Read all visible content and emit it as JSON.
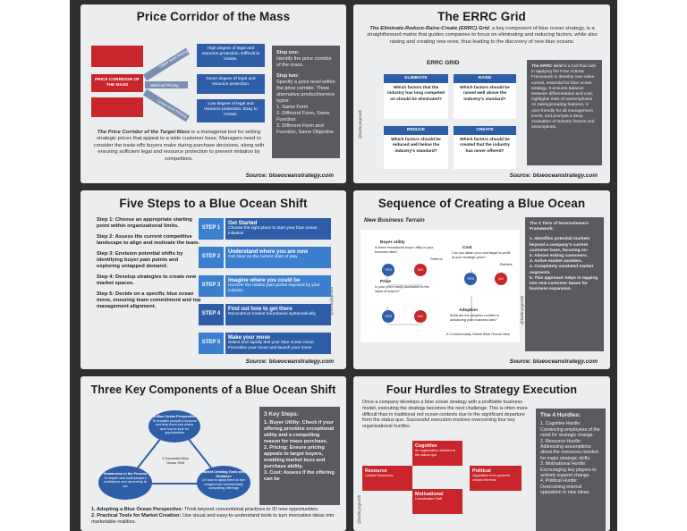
{
  "colors": {
    "frame": "#2e2f31",
    "card": "#ecedee",
    "dark_panel": "#5a5b5e",
    "step_blue": "#2f5ea9",
    "step_light_blue": "#3c7fcf",
    "accent_red": "#c8262b"
  },
  "source_prefix": "Source: ",
  "source_site": "blueoceanstrategy.com",
  "handle": "@kathryngreath",
  "card1": {
    "title": "Price Corridor of the Mass",
    "left_box_label": "PRICE CORRIDOR OF THE MASS",
    "tiers": [
      {
        "arrow": "Upper-level Pricing",
        "text": "High degree of legal and resource protection. Difficult to imitate."
      },
      {
        "arrow": "Mid-level Pricing",
        "text": "Some degree of legal and resource protection."
      },
      {
        "arrow": "Lower-level Pricing",
        "text": "Low degree of legal and resource protection. Easy to imitate."
      }
    ],
    "caption_lead": "The Price Corridor of the Target Mass",
    "caption_rest": " is a managerial tool for setting strategic prices that appeal to a wide customer base. Managers need to consider the trade-offs buyers make during purchase decisions, along with ensuring sufficient legal and resource protection to prevent imitation by competitors.",
    "panel": {
      "step1_title": "Step one:",
      "step1_text": "Identify the price corridor of the mass.",
      "step2_title": "Step two:",
      "step2_text": "Specify a price level within the price corridor. Three alternative product/service types:",
      "items": [
        "1. Same Form",
        "2. Different Form, Same Function",
        "3. Different Form and Function, Same Objective"
      ]
    }
  },
  "card2": {
    "title": "The ERRC Grid",
    "intro_lead": "The Eliminate-Reduce-Raise-Create (ERRC) Grid",
    "intro_rest": ", a key component of blue ocean strategy, is a straightforward matrix that guides companies to focus on eliminating and reducing factors, while also raising and creating new ones, thus leading to the discovery of new blue oceans.",
    "grid_title": "ERRC GRID",
    "cells": [
      {
        "head": "ELIMINATE",
        "text": "Which factors that the industry has long competed on should be eliminated?"
      },
      {
        "head": "RAISE",
        "text": "Which factors should be raised well above the industry's standard?"
      },
      {
        "head": "REDUCE",
        "text": "Which factors should be reduced well below the industry's standard?"
      },
      {
        "head": "CREATE",
        "text": "Which factors should be created that the industry has never offered?"
      }
    ],
    "panel_lead": "The ERRC Grid",
    "panel_rest": " is a tool that aids in applying the Four Actions Framework to develop new value curves, essential for blue ocean strategy. It ensures balance between differentiation and cost, highlights risks of overemphasis on raising/creating features, is user-friendly for all management levels, and prompts a deep evaluation of industry factors and assumptions."
  },
  "card3": {
    "title": "Five Steps to a Blue Ocean Shift",
    "left_steps": [
      {
        "bold": "Step 1: Choose an appropriate starting point within organizational limits."
      },
      {
        "bold": "Step 2: Assess the current competitive landscape to align and motivate the team."
      },
      {
        "bold": "Step 3: Envision potential shifts by identifying buyer pain points and exploring untapped demand."
      },
      {
        "bold": "Step 4: Develop strategies to create new market spaces."
      },
      {
        "bold": "Step 5: Decide on a specific blue ocean move, ensuring team commitment and top management alignment."
      }
    ],
    "steps": [
      {
        "label": "STEP 1",
        "head": "Get Started",
        "text": "Choose the right place to start your blue ocean initiative"
      },
      {
        "label": "STEP 2",
        "head": "Understand where you are now",
        "text": "Get clear on the current state of play"
      },
      {
        "label": "STEP 3",
        "head": "Imagine where you could be",
        "text": "Uncover the hidden pain points imposed by your industry"
      },
      {
        "label": "STEP 4",
        "head": "Find out how to get there",
        "text": "Reconstruct market boundaries systematically"
      },
      {
        "label": "STEP 5",
        "head": "Make your move",
        "text": "Select and rapidly test your blue ocean move. Formalize your move and launch your move"
      }
    ]
  },
  "card4": {
    "title": "Sequence of Creating a Blue Ocean",
    "subtitle": "New Business Terrain",
    "nodes": [
      {
        "label": "Buyer utility",
        "text": "Is there exceptional buyer utility in your business idea?"
      },
      {
        "label": "Price",
        "text": "Is your price easily accessible to the mass of buyers?"
      },
      {
        "label": "Cost",
        "text": "Can you attain your cost target to profit at your strategic price?"
      },
      {
        "label": "Adoption",
        "text": "What are the adoption hurdles in actualizing your business idea?"
      }
    ],
    "yes": "YES",
    "no": "NO",
    "rethink": "Rethink",
    "footer_note": "A Commercially Viable Blue Ocean Idea",
    "panel_title": "The 3 Tiers of Noncustomers Framework:",
    "panel_items": [
      "1. Identifies potential markets beyond a company's current customer base, focusing on:",
      "2. Almost exiting customers.",
      "3. Active market avoiders.",
      "4. Completely unrelated market segments.",
      "5. This approach helps in tapping into new customer bases for business expansion."
    ]
  },
  "card5": {
    "title": "Three Key Components of a Blue Ocean Shift",
    "circles": [
      {
        "title": "A Blue Ocean Perspective",
        "text": "To broaden people's horizons and help them see where and how to look for opportunities"
      },
      {
        "title": "Humanness in the Process",
        "text": "To inspire and build people's confidence and ownership to act"
      },
      {
        "title": "Market Creating Tools with Guidance",
        "text": "On how to apply them to turn insights into commercially compelling offerings"
      }
    ],
    "center": "3 Successful Blue Ocean Shift",
    "panel_title": "3 Key Steps:",
    "panel_items": [
      "1. Buyer Utility: Check if your offering provides exceptional utility and a compelling reason for mass purchase.",
      "2. Pricing: Ensure pricing appeals to target buyers, enabling market buzz and purchase ability.",
      "3. Cost: Assess if the offering can be"
    ],
    "bottom": [
      {
        "bold": "1. Adopting a Blue Ocean Perspective:",
        "text": " Think beyond conventional practices to ID new opportunities."
      },
      {
        "bold": "2. Practical Tools for Market Creation:",
        "text": " Use visual and easy-to-understand tools to turn innovative ideas into marketable realities."
      }
    ]
  },
  "card6": {
    "title": "Four Hurdles to Strategy Execution",
    "intro": "Once a company develops a blue ocean strategy with a profitable business model, executing the strategy becomes the next challenge. This is often more difficult than in traditional red ocean contexts due to the significant departure from the status quo. Successful execution involves overcoming four key organizational hurdles.",
    "hurdles": [
      {
        "head": "Cognitive",
        "text": "An organization wedded to the status quo"
      },
      {
        "head": "Resource",
        "text": "Limited Resources"
      },
      {
        "head": "Political",
        "text": "Opposition from powerful vested interests"
      },
      {
        "head": "Motivational",
        "text": "Unmotivated Staff"
      }
    ],
    "panel_title": "The 4 Hurdles:",
    "panel_items": [
      "1. Cognitive Hurdle: Convincing employees of the need for strategic change.",
      "2. Resource Hurdle: Addressing assumptions about the resources needed for major strategic shifts.",
      "3. Motivational Hurdle: Encouraging key players to actively support change.",
      "4. Political Hurdle: Overcoming internal opposition to new ideas."
    ]
  }
}
